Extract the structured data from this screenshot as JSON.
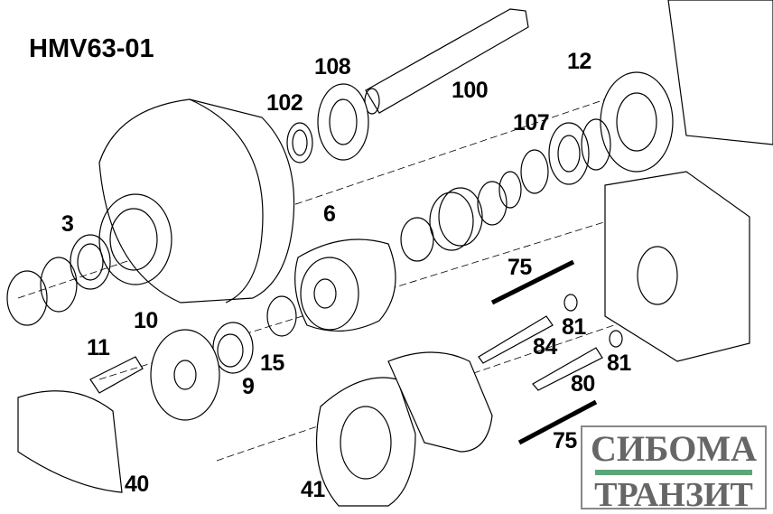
{
  "title": "HMV63-01",
  "part_labels": {
    "p108": "108",
    "p102": "102",
    "p100": "100",
    "p12": "12",
    "p107": "107",
    "p3": "3",
    "p6": "6",
    "p75a": "75",
    "p10": "10",
    "p81a": "81",
    "p84": "84",
    "p11": "11",
    "p15": "15",
    "p81b": "81",
    "p9": "9",
    "p80": "80",
    "p75b": "75",
    "p40": "40",
    "p41": "41"
  },
  "logo": {
    "line1": "СИБОМА",
    "line2": "ТРАНЗИТ",
    "accent": "#5aa57a"
  }
}
